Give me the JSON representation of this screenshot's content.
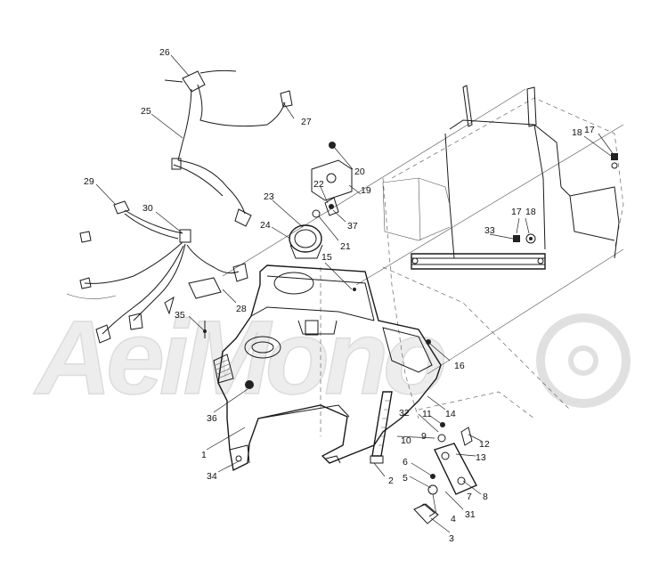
{
  "watermark": "AeiMono",
  "part_labels": [
    {
      "id": "1",
      "text": "1"
    },
    {
      "id": "2",
      "text": "2"
    },
    {
      "id": "3",
      "text": "3"
    },
    {
      "id": "4",
      "text": "4"
    },
    {
      "id": "5",
      "text": "5"
    },
    {
      "id": "6",
      "text": "6"
    },
    {
      "id": "7",
      "text": "7"
    },
    {
      "id": "8",
      "text": "8"
    },
    {
      "id": "9",
      "text": "9"
    },
    {
      "id": "10",
      "text": "10"
    },
    {
      "id": "11",
      "text": "11"
    },
    {
      "id": "12",
      "text": "12"
    },
    {
      "id": "13",
      "text": "13"
    },
    {
      "id": "14",
      "text": "14"
    },
    {
      "id": "15",
      "text": "15"
    },
    {
      "id": "16",
      "text": "16"
    },
    {
      "id": "17a",
      "text": "17"
    },
    {
      "id": "17b",
      "text": "17"
    },
    {
      "id": "18a",
      "text": "18"
    },
    {
      "id": "18b",
      "text": "18"
    },
    {
      "id": "19",
      "text": "19"
    },
    {
      "id": "20",
      "text": "20"
    },
    {
      "id": "21",
      "text": "21"
    },
    {
      "id": "22",
      "text": "22"
    },
    {
      "id": "23",
      "text": "23"
    },
    {
      "id": "24",
      "text": "24"
    },
    {
      "id": "25",
      "text": "25"
    },
    {
      "id": "26",
      "text": "26"
    },
    {
      "id": "27",
      "text": "27"
    },
    {
      "id": "28",
      "text": "28"
    },
    {
      "id": "29",
      "text": "29"
    },
    {
      "id": "30",
      "text": "30"
    },
    {
      "id": "31",
      "text": "31"
    },
    {
      "id": "32",
      "text": "32"
    },
    {
      "id": "33",
      "text": "33"
    },
    {
      "id": "34",
      "text": "34"
    },
    {
      "id": "35",
      "text": "35"
    },
    {
      "id": "36",
      "text": "36"
    },
    {
      "id": "37",
      "text": "37"
    }
  ]
}
